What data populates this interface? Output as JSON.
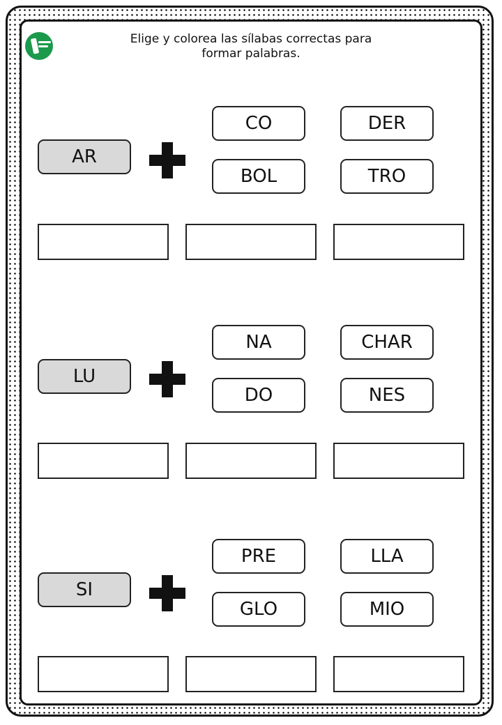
{
  "instructions": {
    "line1": "Elige y colorea las sílabas correctas para",
    "line2": "formar palabras."
  },
  "exercises": [
    {
      "base": "AR",
      "options": [
        "CO",
        "DER",
        "BOL",
        "TRO"
      ]
    },
    {
      "base": "LU",
      "options": [
        "NA",
        "CHAR",
        "DO",
        "NES"
      ]
    },
    {
      "base": "SI",
      "options": [
        "PRE",
        "LLA",
        "GLO",
        "MIO"
      ]
    }
  ],
  "icons": {
    "operator": "plus-icon",
    "logo": "pencil-logo-icon"
  },
  "colors": {
    "base_fill": "#d9d9d9",
    "logo_green": "#1b9a4b"
  }
}
